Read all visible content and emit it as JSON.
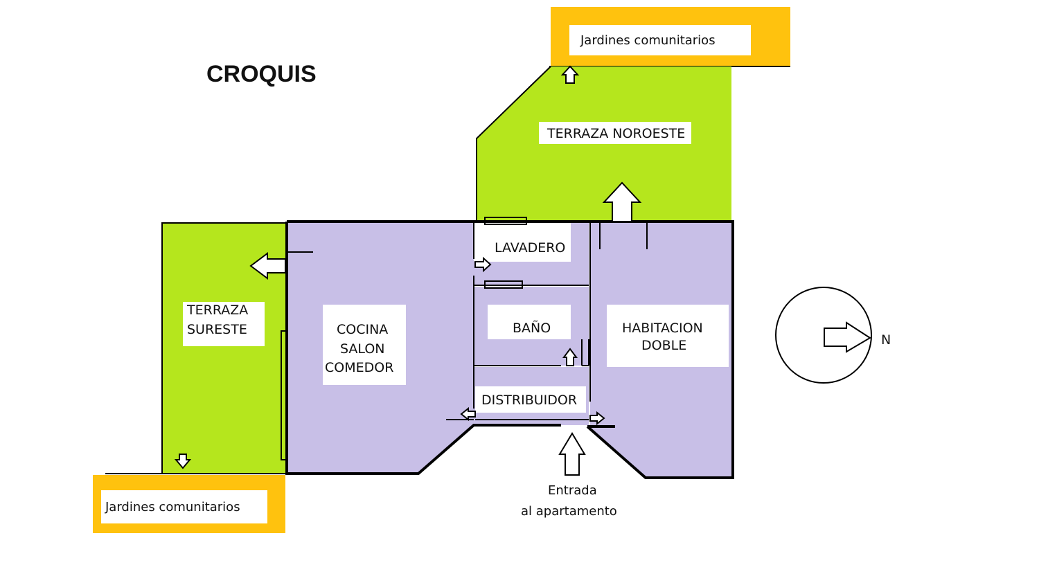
{
  "title": "CROQUIS",
  "colors": {
    "terrace": "#b5e61d",
    "interior": "#c8bfe7",
    "garden": "#ffc20e",
    "wall": "#000000"
  },
  "gardens": {
    "north": "Jardines comunitarios",
    "south": "Jardines comunitarios"
  },
  "rooms": {
    "terraza_noroeste": "TERRAZA NOROESTE",
    "terraza_sureste": [
      "TERRAZA",
      "SURESTE"
    ],
    "cocina": [
      "COCINA",
      "SALON",
      "COMEDOR"
    ],
    "lavadero": "LAVADERO",
    "bano": "BAÑO",
    "distribuidor": "DISTRIBUIDOR",
    "habitacion": [
      "HABITACION",
      "DOBLE"
    ]
  },
  "entrance": [
    "Entrada",
    "al apartamento"
  ],
  "compass": {
    "label": "N",
    "icon": "north-arrow-icon"
  }
}
